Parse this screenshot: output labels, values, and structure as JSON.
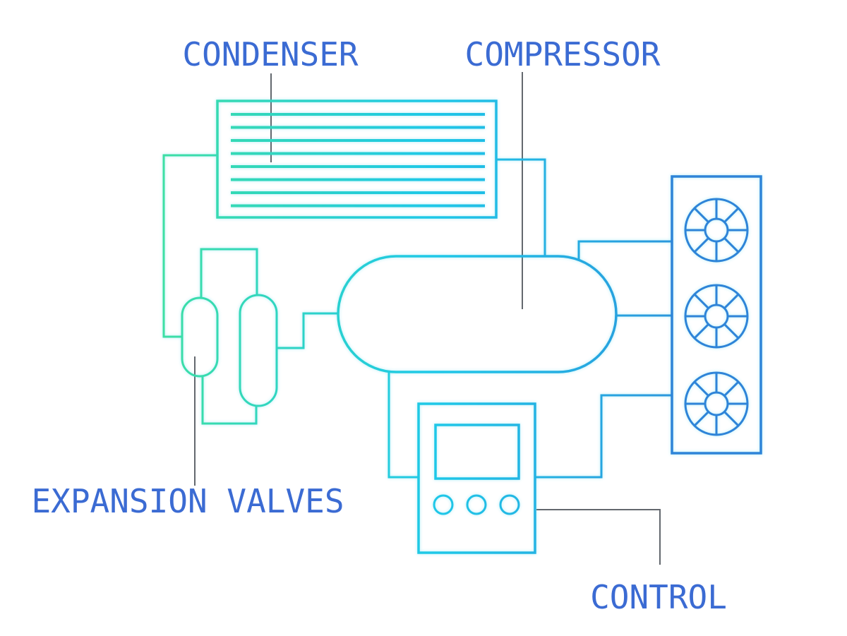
{
  "diagram": {
    "labels": {
      "condenser": "CONDENSER",
      "compressor": "COMPRESSOR",
      "expansion_valves": "EXPANSION VALVES",
      "control": "CONTROL"
    },
    "component_counts": {
      "condenser_coil_lines": 8,
      "expansion_valves": 2,
      "condenser_fans": 3,
      "control_panel_buttons": 3
    },
    "colors": {
      "background": "#ffffff",
      "label_text": "#3b6bd3",
      "leader_line": "#63686e",
      "gradient_green": "#3cdfa4",
      "gradient_cyan": "#1ec8e8",
      "gradient_blue": "#2e84d8"
    }
  }
}
